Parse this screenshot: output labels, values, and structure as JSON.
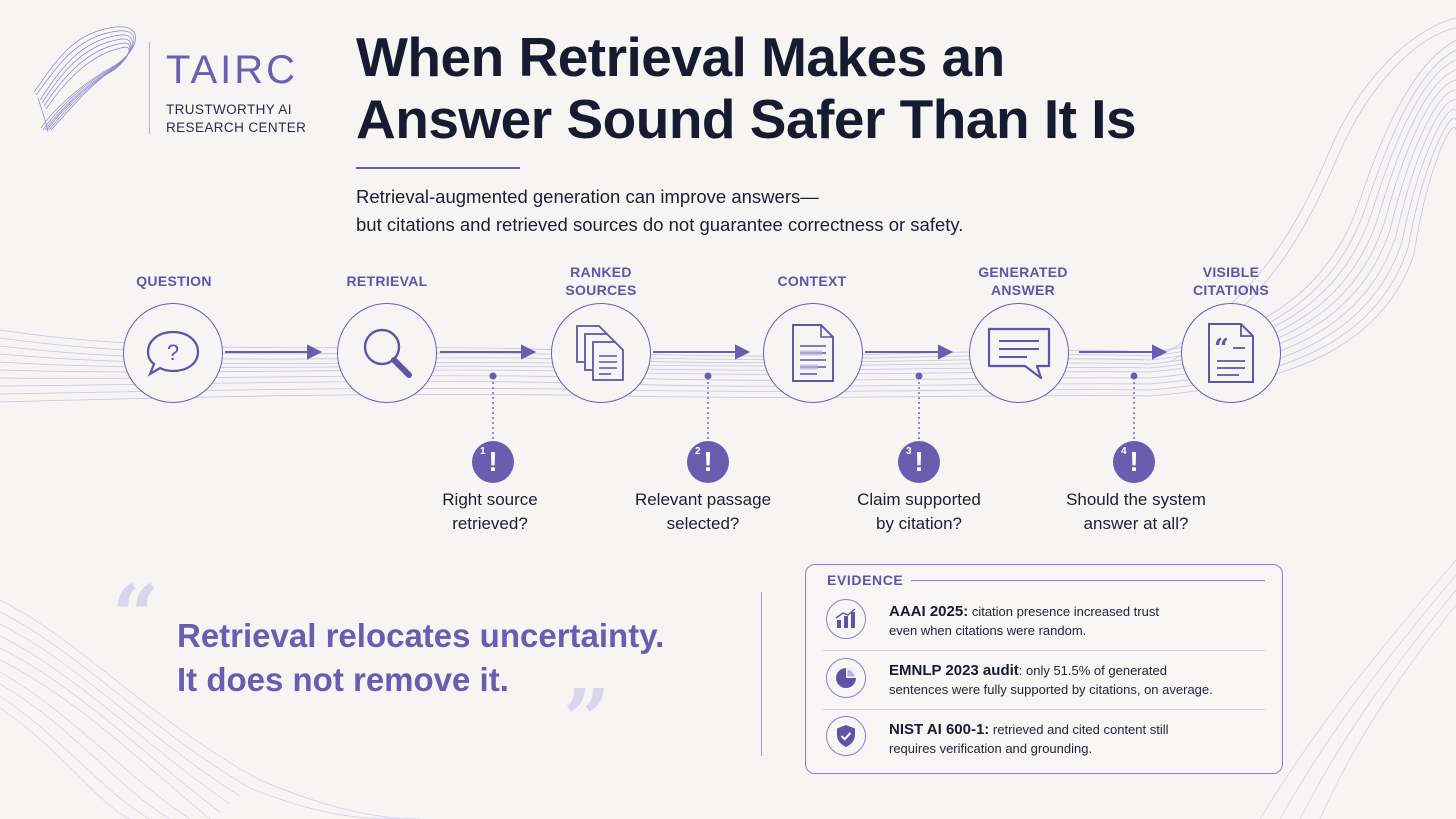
{
  "logo": {
    "name": "TAIRC",
    "subtitle_line1": "TRUSTWORTHY AI",
    "subtitle_line2": "RESEARCH CENTER"
  },
  "header": {
    "title_line1": "When Retrieval Makes an",
    "title_line2": "Answer Sound Safer Than It Is",
    "subtitle_line1": "Retrieval-augmented generation can improve answers—",
    "subtitle_line2": "but citations and retrieved sources do not guarantee correctness or safety."
  },
  "pipeline": {
    "stages": [
      {
        "label_line1": "QUESTION",
        "label_line2": "",
        "icon": "question-bubble-icon"
      },
      {
        "label_line1": "RETRIEVAL",
        "label_line2": "",
        "icon": "magnifier-icon"
      },
      {
        "label_line1": "RANKED",
        "label_line2": "SOURCES",
        "icon": "stacked-documents-icon"
      },
      {
        "label_line1": "CONTEXT",
        "label_line2": "",
        "icon": "document-icon"
      },
      {
        "label_line1": "GENERATED",
        "label_line2": "ANSWER",
        "icon": "answer-bubble-icon"
      },
      {
        "label_line1": "VISIBLE",
        "label_line2": "CITATIONS",
        "icon": "citation-document-icon"
      }
    ],
    "checks": [
      {
        "number": "1",
        "line1": "Right source",
        "line2": "retrieved?"
      },
      {
        "number": "2",
        "line1": "Relevant passage",
        "line2": "selected?"
      },
      {
        "number": "3",
        "line1": "Claim supported",
        "line2": "by citation?"
      },
      {
        "number": "4",
        "line1": "Should the system",
        "line2": "answer at all?"
      }
    ]
  },
  "quote": {
    "open_mark": "“",
    "close_mark": "”",
    "line1": "Retrieval relocates uncertainty.",
    "line2": "It does not remove it."
  },
  "evidence": {
    "title": "EVIDENCE",
    "items": [
      {
        "icon": "bar-chart-icon",
        "source": "AAAI 2025:",
        "line1_rest": " citation presence increased trust",
        "line2": "even when citations were random."
      },
      {
        "icon": "pie-chart-icon",
        "source": "EMNLP 2023 audit",
        "line1_rest": ": only 51.5% of generated",
        "line2": "sentences were fully supported by citations, on average."
      },
      {
        "icon": "shield-check-icon",
        "source": "NIST AI 600-1:",
        "line1_rest": " retrieved and cited content still",
        "line2": "requires verification and grounding."
      }
    ]
  },
  "colors": {
    "accent": "#6a5db0",
    "accent_light": "#d9d5ea",
    "title": "#181a30",
    "background": "#f6f5f4"
  }
}
